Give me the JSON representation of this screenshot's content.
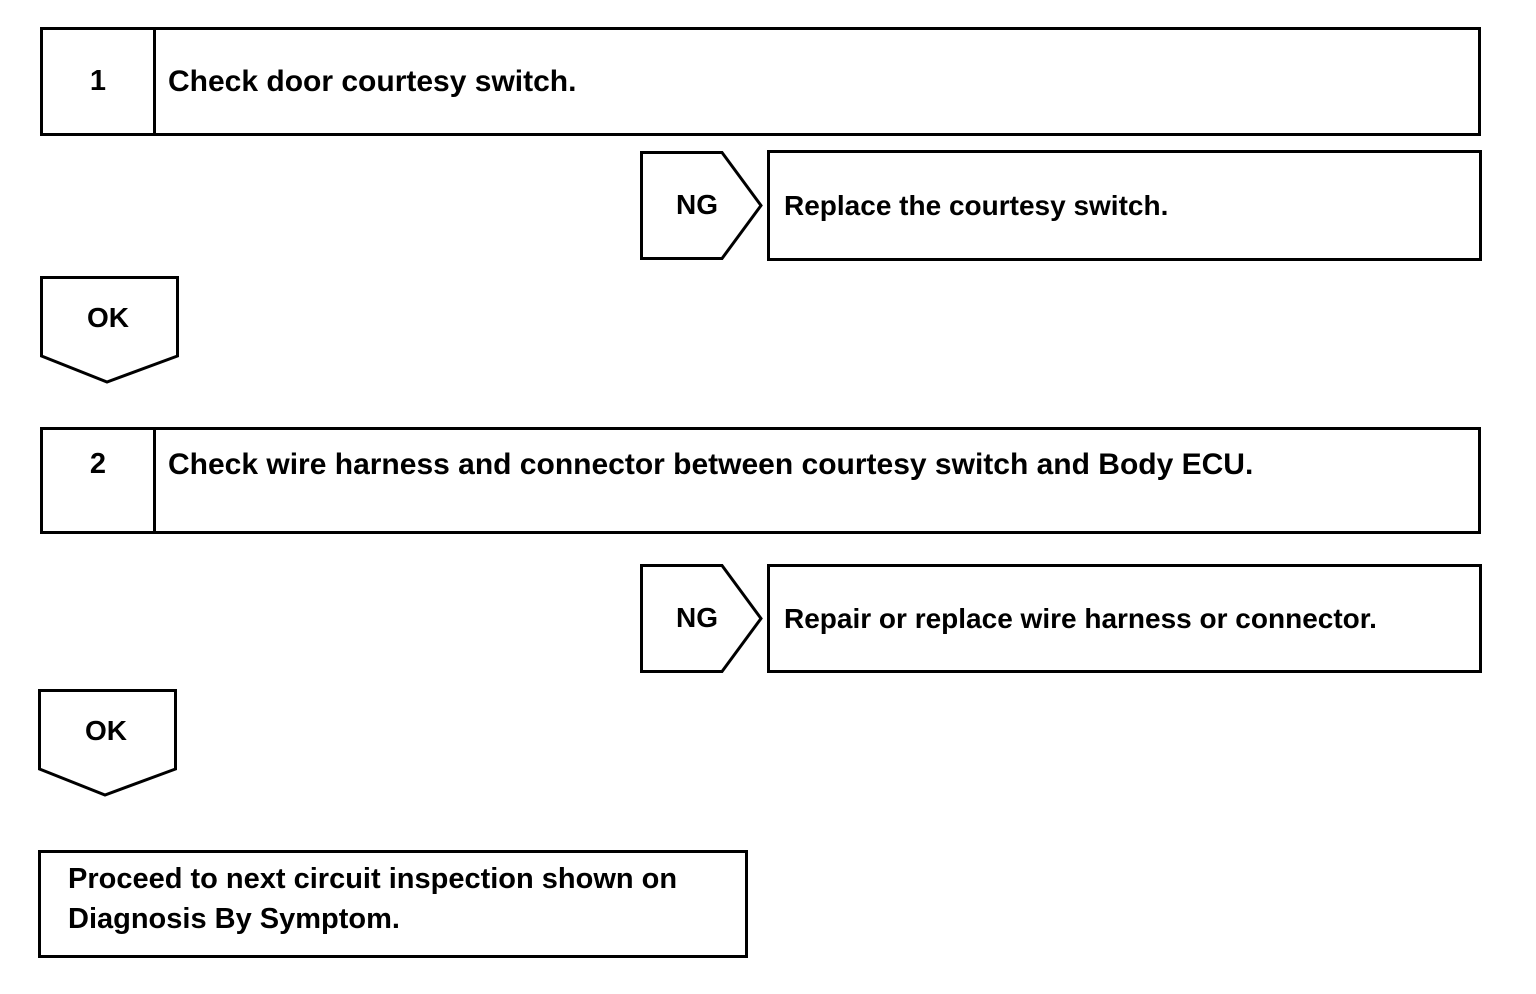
{
  "steps": [
    {
      "number": "1",
      "text": "Check door courtesy switch.",
      "ng_label": "NG",
      "ng_action": "Replace the courtesy switch.",
      "ok_label": "OK"
    },
    {
      "number": "2",
      "text": "Check wire harness and connector between courtesy switch and Body ECU.",
      "ng_label": "NG",
      "ng_action": "Repair or replace wire harness or connector.",
      "ok_label": "OK"
    }
  ],
  "final": {
    "line1": "Proceed to next circuit inspection shown on",
    "line2": "Diagnosis By Symptom."
  }
}
